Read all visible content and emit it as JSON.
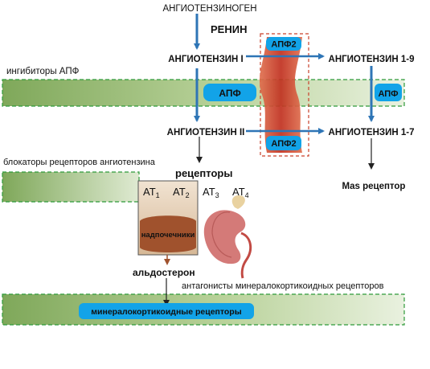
{
  "colors": {
    "arrow_blue": "#2e75b6",
    "bar_green": "#8fb36a",
    "bar_dash": "#2e9a3a",
    "pill_blue": "#12a3e8",
    "ace2_red": "#c9412b",
    "adrenal_brown": "#a0522d",
    "adrenal_bg": "#e3cdb3"
  },
  "labels": {
    "angiotensinogen": "АНГИОТЕНЗИНОГЕН",
    "renin": "РЕНИН",
    "ang1": "АНГИОТЕНЗИН I",
    "ang19": "АНГИОТЕНЗИН 1-9",
    "ang2": "АНГИОТЕНЗИН II",
    "ang17": "АНГИОТЕНЗИН 1-7",
    "ace_inhibitors": "ингибиторы АПФ",
    "arb": "блокаторы рецепторов ангиотензина",
    "receptors": "рецепторы",
    "mas": "Mas рецептор",
    "aldosterone": "альдостерон",
    "mra": "антагонисты минералокортикоидных рецепторов"
  },
  "pills": {
    "ace2_top": "АПФ2",
    "ace2_bottom": "АПФ2",
    "ace_left": "АПФ",
    "ace_right": "АПФ",
    "mineralocorticoid": "минералокортикоидные рецепторы"
  },
  "receptor_box": {
    "at1_base": "AT",
    "at1_sub": "1",
    "at2_base": "AT",
    "at2_sub": "2",
    "at3_base": "AT",
    "at3_sub": "3",
    "at4_base": "AT",
    "at4_sub": "4",
    "adrenal": "надпочечники"
  },
  "icons": {
    "kidney": "kidney-icon"
  }
}
